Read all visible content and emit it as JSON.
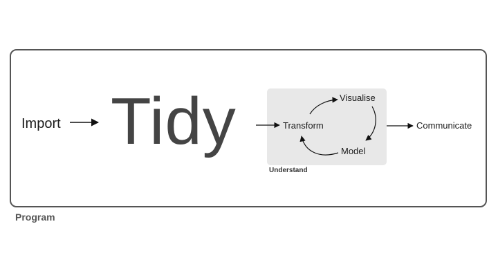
{
  "nodes": {
    "import": "Import",
    "tidy": "Tidy",
    "visualise": "Visualise",
    "transform": "Transform",
    "model": "Model",
    "communicate": "Communicate"
  },
  "groups": {
    "understand": "Understand",
    "program": "Program"
  },
  "colors": {
    "border": "#555555",
    "understand_fill": "#e8e8e8",
    "tidy_text": "#444444",
    "arrow": "#111111"
  }
}
